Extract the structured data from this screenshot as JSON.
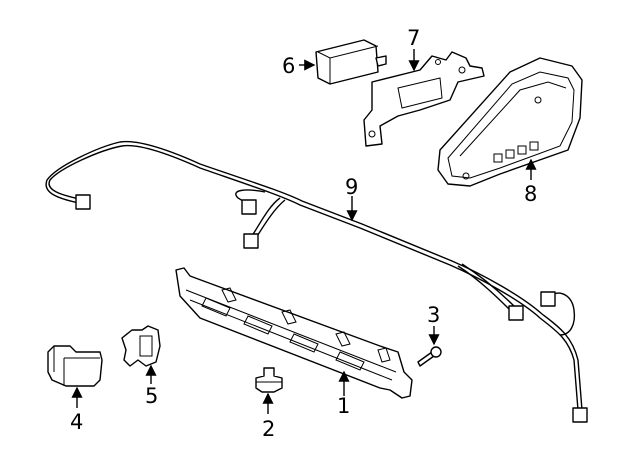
{
  "callouts": [
    {
      "id": "1",
      "label": "1"
    },
    {
      "id": "2",
      "label": "2"
    },
    {
      "id": "3",
      "label": "3"
    },
    {
      "id": "4",
      "label": "4"
    },
    {
      "id": "5",
      "label": "5"
    },
    {
      "id": "6",
      "label": "6"
    },
    {
      "id": "7",
      "label": "7"
    },
    {
      "id": "8",
      "label": "8"
    },
    {
      "id": "9",
      "label": "9"
    }
  ],
  "style": {
    "stroke": "#000000",
    "background": "#ffffff"
  }
}
